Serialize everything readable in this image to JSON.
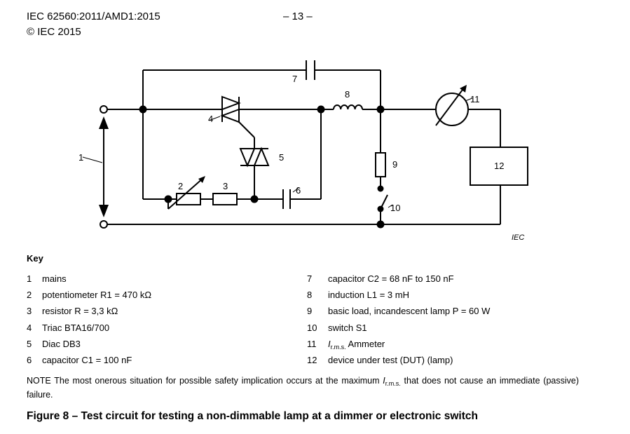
{
  "header": {
    "doc_id": "IEC 62560:2011/AMD1:2015",
    "copyright": "© IEC 2015",
    "page": "– 13 –"
  },
  "figure": {
    "labels": {
      "l1": "1",
      "l2": "2",
      "l3": "3",
      "l4": "4",
      "l5": "5",
      "l6": "6",
      "l7": "7",
      "l8": "8",
      "l9": "9",
      "l10": "10",
      "l11": "11",
      "l12": "12"
    },
    "watermark": "IEC",
    "caption": "Figure 8 – Test circuit for testing a non-dimmable lamp at a dimmer or electronic switch"
  },
  "key": {
    "title": "Key",
    "left": [
      {
        "num": "1",
        "text": "mains"
      },
      {
        "num": "2",
        "text": "potentiometer R1 = 470 kΩ"
      },
      {
        "num": "3",
        "text": "resistor R = 3,3 kΩ"
      },
      {
        "num": "4",
        "text": "Triac BTA16/700"
      },
      {
        "num": "5",
        "text": "Diac DB3"
      },
      {
        "num": "6",
        "text": "capacitor C1 = 100 nF"
      }
    ],
    "right": [
      {
        "num": "7",
        "text": "capacitor C2 = 68 nF to 150 nF"
      },
      {
        "num": "8",
        "text": "induction L1 = 3 mH"
      },
      {
        "num": "9",
        "text": "basic load, incandescent lamp P = 60 W"
      },
      {
        "num": "10",
        "text": "switch S1"
      },
      {
        "num": "11",
        "sym": "I",
        "sub": "r.m.s.",
        "text": " Ammeter"
      },
      {
        "num": "12",
        "text": "device under test (DUT) (lamp)"
      }
    ]
  },
  "note": {
    "part1": "NOTE The most onerous situation for possible safety implication occurs at the maximum ",
    "sym": "I",
    "sub": "r.m.s.",
    "part2": " that does not cause an immediate (passive) failure."
  }
}
